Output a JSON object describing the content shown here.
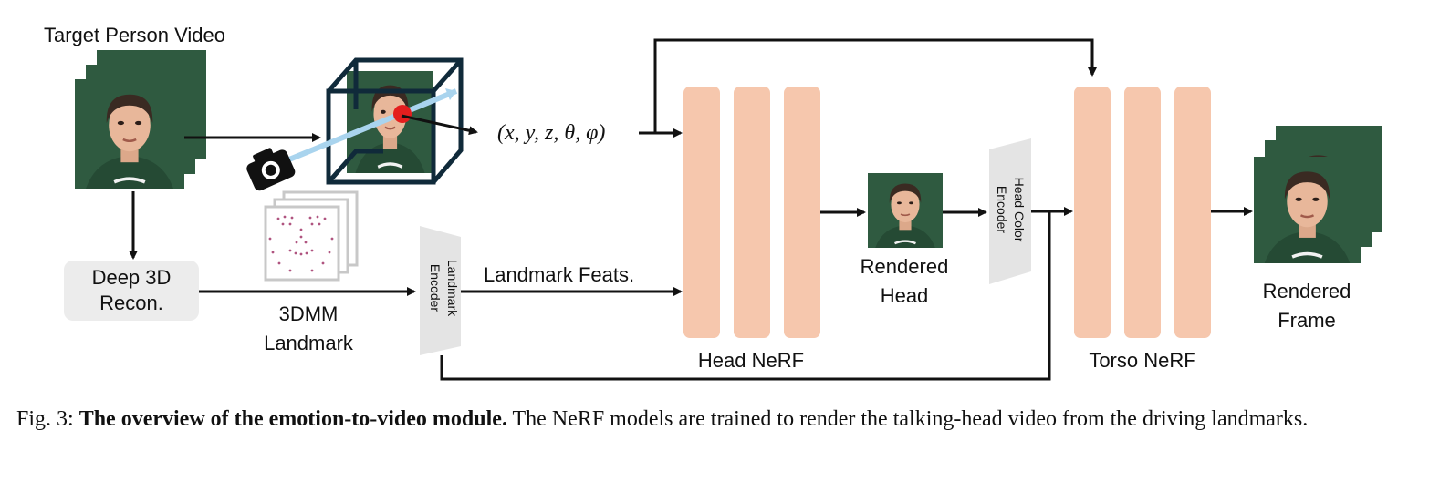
{
  "labels": {
    "target_video": "Target Person Video",
    "coords": "(x, y, z, θ, φ)",
    "deep3d_line1": "Deep 3D",
    "deep3d_line2": "Recon.",
    "tdmm_line1": "3DMM",
    "tdmm_line2": "Landmark",
    "landmark_encoder_line1": "Landmark",
    "landmark_encoder_line2": "Encoder",
    "landmark_feats": "Landmark Feats.",
    "head_nerf": "Head NeRF",
    "rendered_head_line1": "Rendered",
    "rendered_head_line2": "Head",
    "head_color_encoder_line1": "Head Color",
    "head_color_encoder_line2": "Encoder",
    "torso_nerf": "Torso NeRF",
    "rendered_frame_line1": "Rendered",
    "rendered_frame_line2": "Frame"
  },
  "caption": {
    "prefix": "Fig. 3: ",
    "bold": "The overview of the emotion-to-video module.",
    "rest": " The NeRF models are trained to render the talking-head video from the driving landmarks."
  },
  "colors": {
    "nerf_block": "#f6c7ad",
    "encoder": "#e4e4e4",
    "recon_box": "#ececec",
    "face_bg": "#2f5a40",
    "skin": "#e8b79a",
    "hair": "#3a2a22",
    "ray": "#a9d4ee",
    "sample_point": "#e41e1e",
    "cube": "#102a3a"
  },
  "icons": [
    "camera-icon",
    "face-thumbnail",
    "landmark-scatter"
  ]
}
